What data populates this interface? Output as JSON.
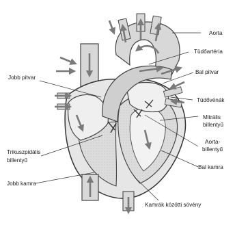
{
  "diagram": {
    "labels": {
      "aorta": "Aorta",
      "tudoartia": "Tüdőartéria",
      "bal_pitvar": "Bal pitvar",
      "tudovenak": "Tüdővénák",
      "mitralis_1": "Mitrális",
      "mitralis_2": "billentyű",
      "aorta_billentyu_1": "Aorta-",
      "aorta_billentyu_2": "billentyű",
      "bal_kamra": "Bal kamra",
      "kamrak_kozotti_sovenye": "Kamrák közötti sövény",
      "jobb_pitvar": "Jobb pitvar",
      "trikuszpidalis_1": "Trikuszpidális",
      "trikuszpidalis_2": "billentyű",
      "jobb_kamra": "Jobb kamra"
    }
  }
}
